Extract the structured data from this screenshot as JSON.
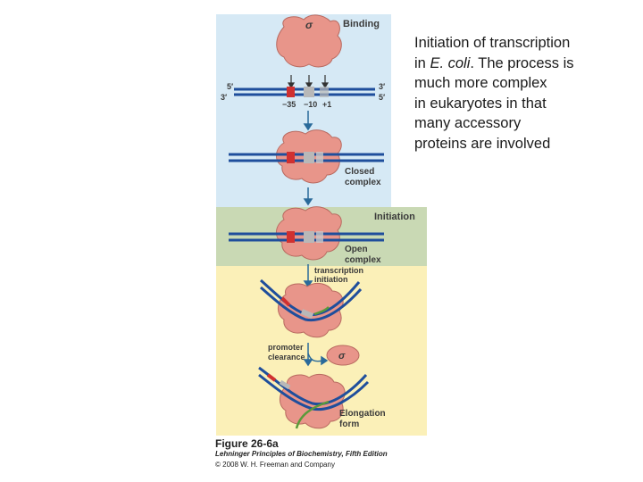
{
  "figure": {
    "stages": {
      "binding": "Binding",
      "closed_complex_1": "Closed",
      "closed_complex_2": "complex",
      "initiation": "Initiation",
      "open_complex_1": "Open",
      "open_complex_2": "complex",
      "transcription_initiation_1": "transcription",
      "transcription_initiation_2": "initiation",
      "promoter_clearance_1": "promoter",
      "promoter_clearance_2": "clearance",
      "elongation_form_1": "Elongation",
      "elongation_form_2": "form"
    },
    "sigma": "σ",
    "dna_ends": {
      "top_left": "5′",
      "bottom_left": "3′",
      "top_right": "3′",
      "bottom_right": "5′"
    },
    "positions": {
      "minus35": "−35",
      "minus10": "−10",
      "plus1": "+1"
    },
    "colors": {
      "blue_panel": "#d6e9f5",
      "green_panel": "#c9d9b4",
      "yellow_panel": "#fbf0b8",
      "polymerase": "#e8958a",
      "dna_strand": "#1f4e9c",
      "minus35_box": "#d03030",
      "rna": "#5a9a3a",
      "arrow": "#2a6a9a"
    }
  },
  "caption": {
    "figure_number": "Figure 26-6a",
    "book": "Lehninger Principles of Biochemistry, Fifth Edition",
    "copyright": "© 2008 W. H. Freeman and Company"
  },
  "description": {
    "line1": "Initiation of transcription",
    "line2_prefix": "in ",
    "line2_italic": "E. coli",
    "line2_suffix": ". The process is",
    "line3": "much more complex",
    "line4": "in eukaryotes in that",
    "line5": "many accessory",
    "line6": "proteins are involved"
  }
}
